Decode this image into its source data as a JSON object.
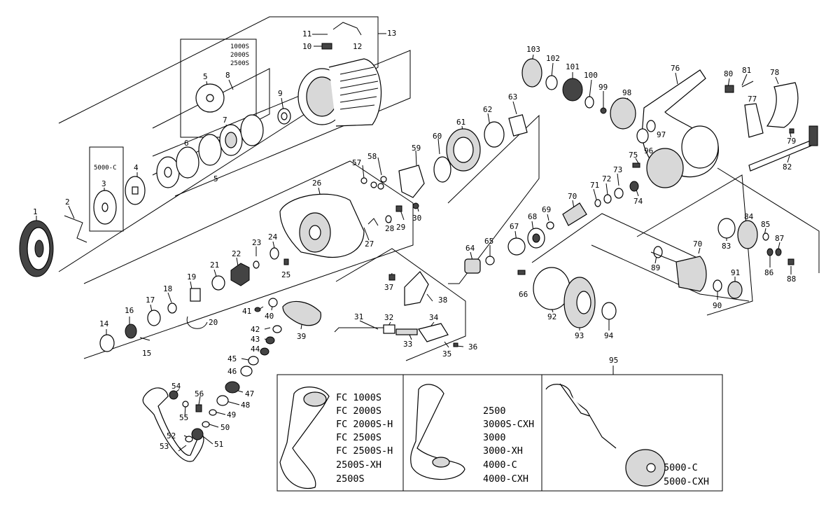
{
  "callouts": [
    "1",
    "2",
    "3",
    "4",
    "5",
    "5",
    "6",
    "7",
    "8",
    "9",
    "10",
    "11",
    "12",
    "13",
    "14",
    "15",
    "16",
    "17",
    "18",
    "19",
    "20",
    "21",
    "22",
    "23",
    "24",
    "25",
    "26",
    "27",
    "28",
    "29",
    "30",
    "31",
    "32",
    "33",
    "34",
    "35",
    "36",
    "37",
    "38",
    "39",
    "40",
    "41",
    "42",
    "43",
    "44",
    "45",
    "46",
    "47",
    "48",
    "49",
    "50",
    "51",
    "52",
    "53",
    "54",
    "55",
    "56",
    "57",
    "58",
    "59",
    "60",
    "61",
    "62",
    "63",
    "64",
    "65",
    "66",
    "67",
    "68",
    "69",
    "70",
    "70",
    "71",
    "72",
    "73",
    "74",
    "75",
    "76",
    "77",
    "78",
    "79",
    "80",
    "81",
    "82",
    "83",
    "84",
    "85",
    "86",
    "87",
    "88",
    "89",
    "90",
    "91",
    "92",
    "93",
    "94",
    "95",
    "96",
    "97",
    "98",
    "99",
    "100",
    "101",
    "102",
    "103"
  ],
  "spool_variants": [
    "1000S",
    "2000S",
    "2500S"
  ],
  "variant_5000c": "5000-C",
  "handle_panels": [
    {
      "models": [
        "FC 1000S",
        "FC 2000S",
        "FC 2000S-H",
        "FC 2500S",
        "FC 2500S-H",
        "2500S-XH",
        "2500S"
      ]
    },
    {
      "models": [
        "2500",
        "3000S-CXH",
        "3000",
        "3000-XH",
        "4000-C",
        "4000-CXH"
      ]
    },
    {
      "models": [
        "5000-C",
        "5000-CXH"
      ]
    }
  ]
}
